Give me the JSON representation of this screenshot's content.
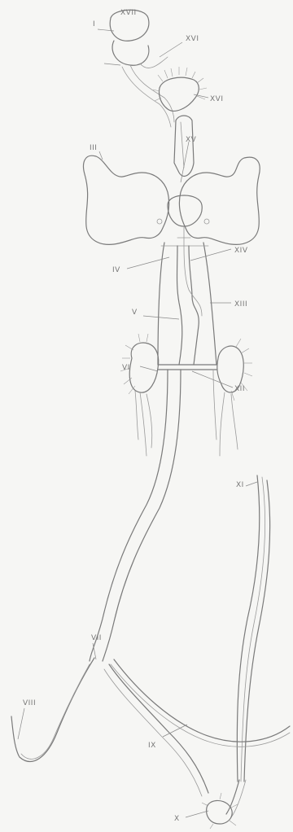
{
  "figure": {
    "labels": {
      "i": "I",
      "xvii_top": "XVII",
      "xvi_upper": "XVI",
      "xvi_ganglion": "XVI",
      "iii": "III",
      "xv": "XV",
      "iv": "IV",
      "xiv": "XIV",
      "v": "V",
      "xiii": "XIII",
      "vi": "VI",
      "xii": "XII",
      "xi": "XI",
      "vii": "VII",
      "viii": "VIII",
      "ix": "IX",
      "x": "X"
    },
    "colors": {
      "background": "#f6f6f4",
      "line": "#7a7a7a",
      "label": "#777777"
    }
  }
}
